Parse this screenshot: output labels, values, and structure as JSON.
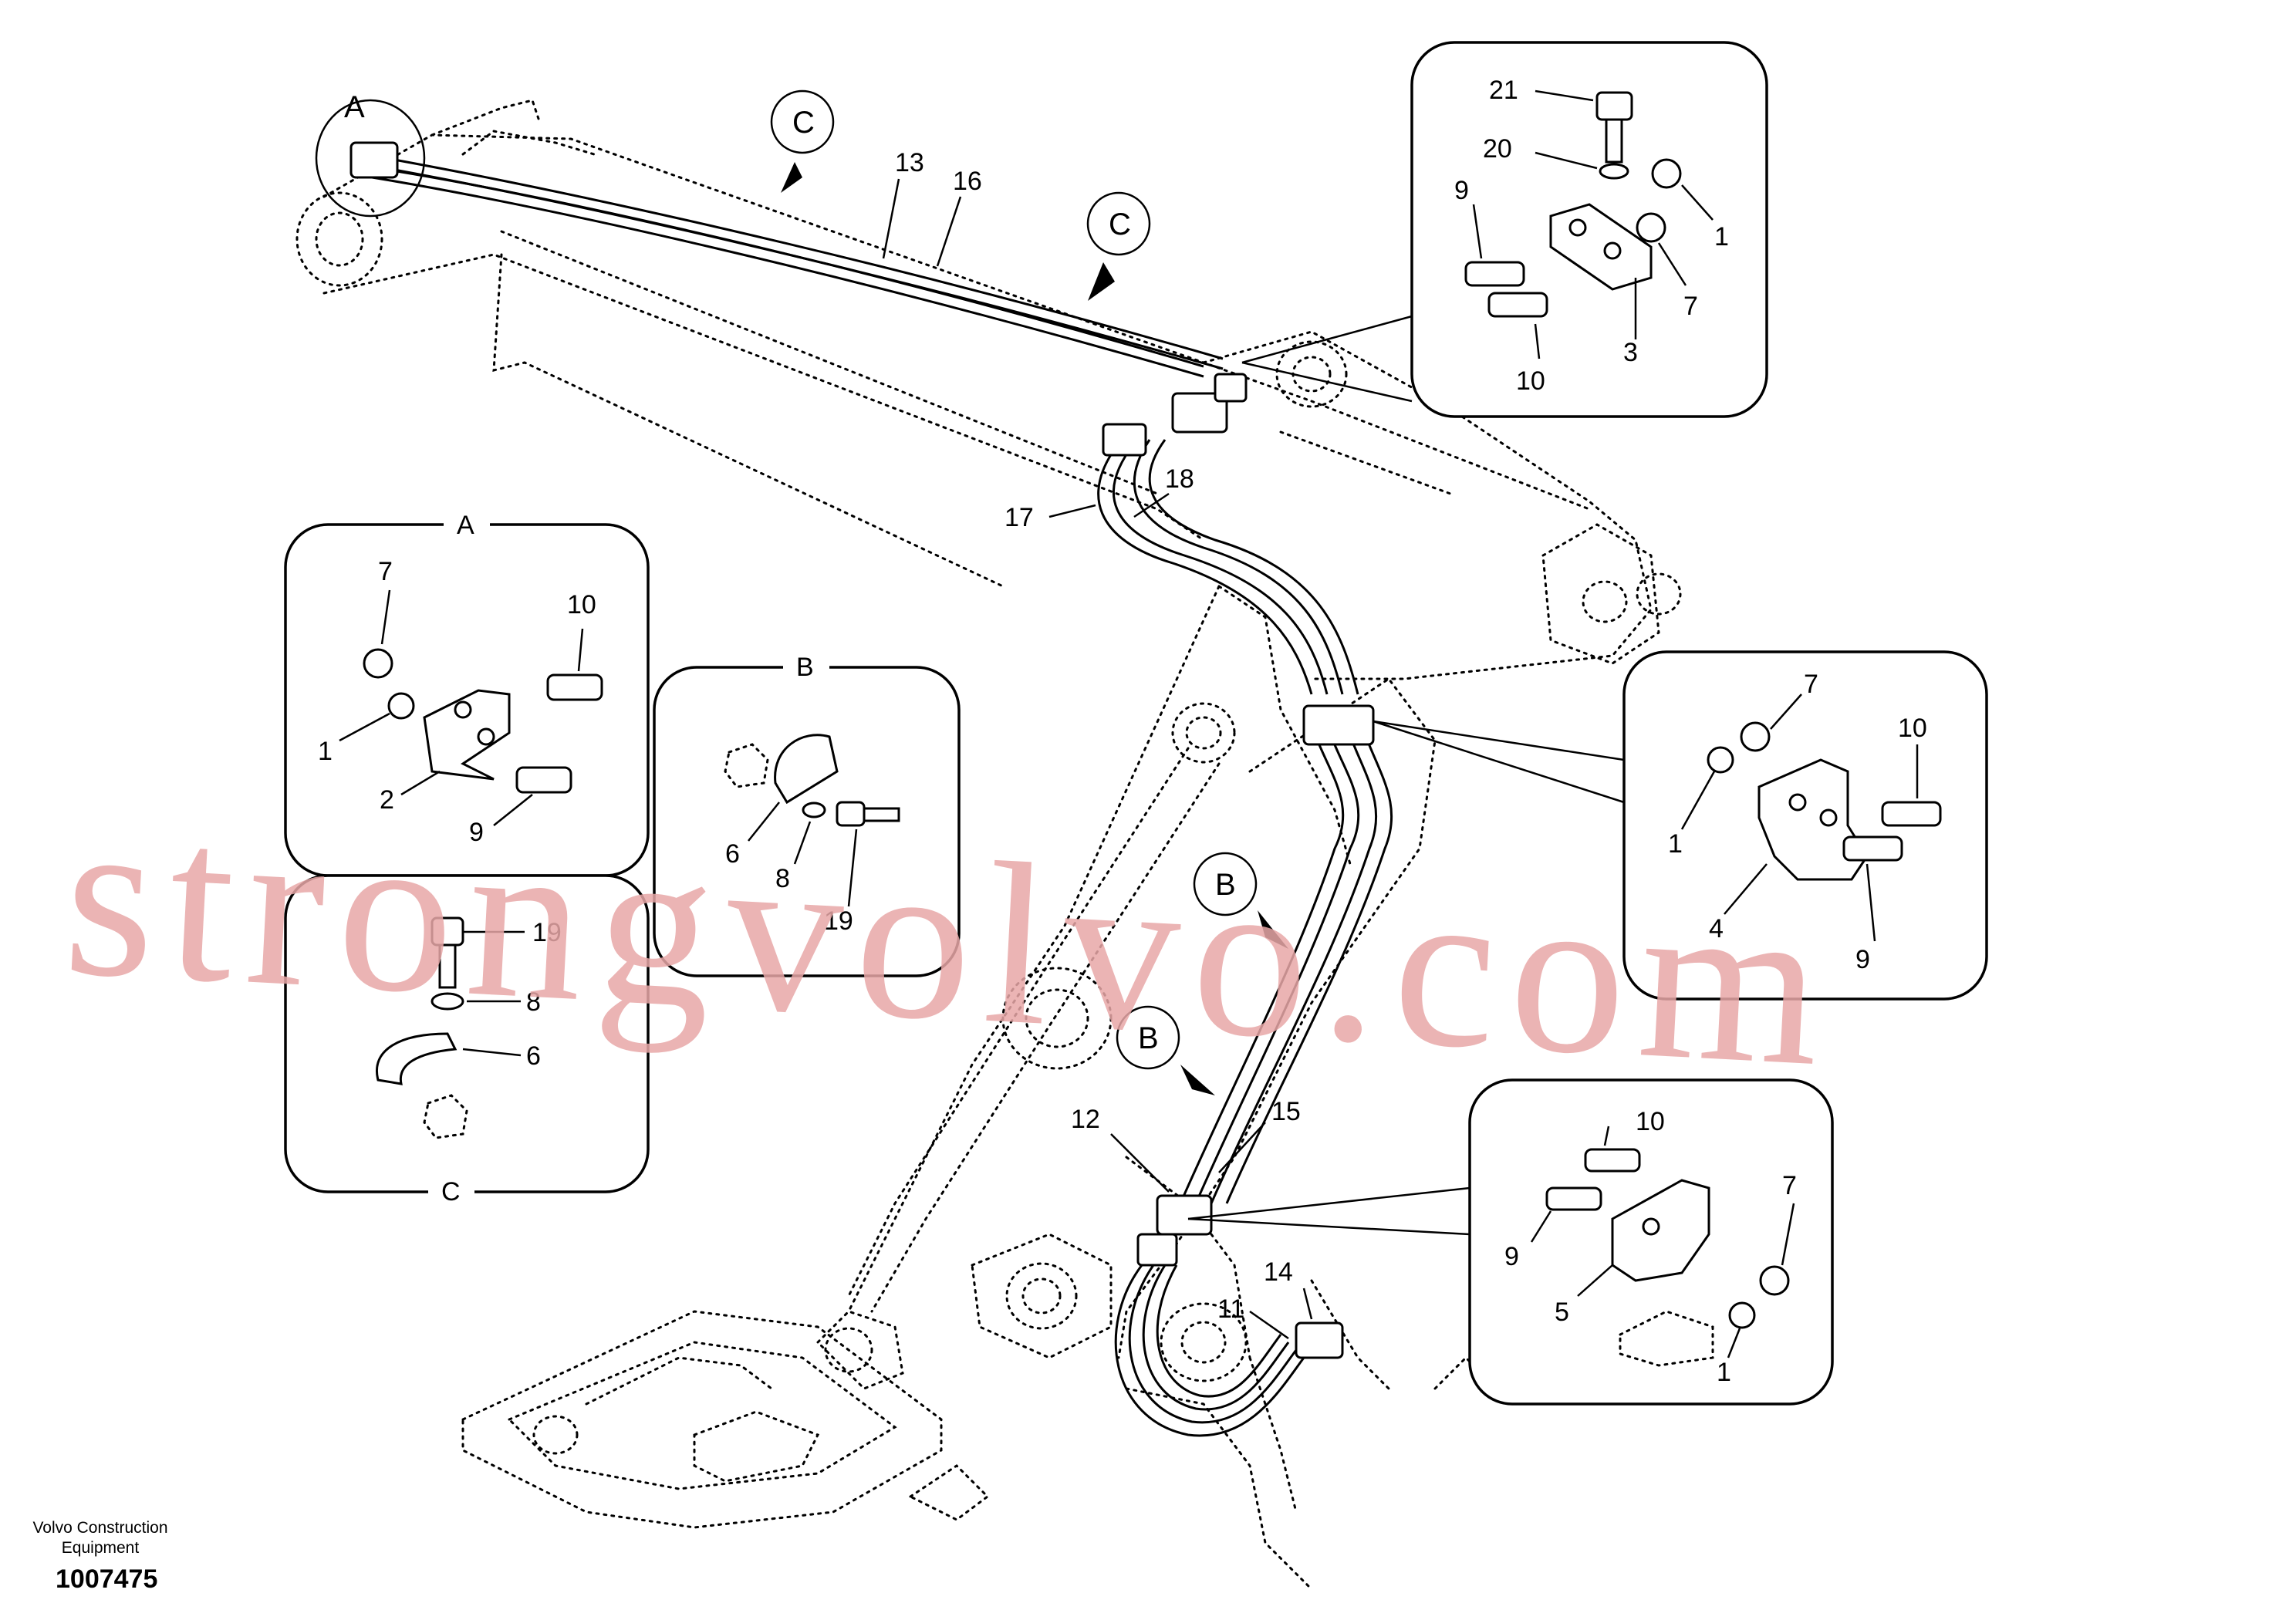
{
  "callouts": {
    "main_top_A": "A",
    "main_C1": "C",
    "main_C2": "C",
    "main_B1": "B",
    "main_B2": "B"
  },
  "labels": {
    "main": [
      "13",
      "16",
      "17",
      "18",
      "12",
      "15",
      "14",
      "11"
    ],
    "detail_top_right": [
      "21",
      "20",
      "9",
      "1",
      "7",
      "3",
      "10"
    ],
    "detail_A": [
      "7",
      "10",
      "1",
      "2",
      "9"
    ],
    "detail_B": [
      "6",
      "8",
      "19"
    ],
    "detail_C": [
      "19",
      "8",
      "6"
    ],
    "detail_mid_right": [
      "7",
      "10",
      "1",
      "4",
      "9"
    ],
    "detail_bottom_right": [
      "10",
      "7",
      "9",
      "5",
      "1"
    ]
  },
  "detail_titles": {
    "A": "A",
    "B": "B",
    "C": "C"
  },
  "watermark": "strongvolvo.com",
  "footer": {
    "company_line1": "Volvo Construction",
    "company_line2": "Equipment",
    "drawing_number": "1007475"
  }
}
